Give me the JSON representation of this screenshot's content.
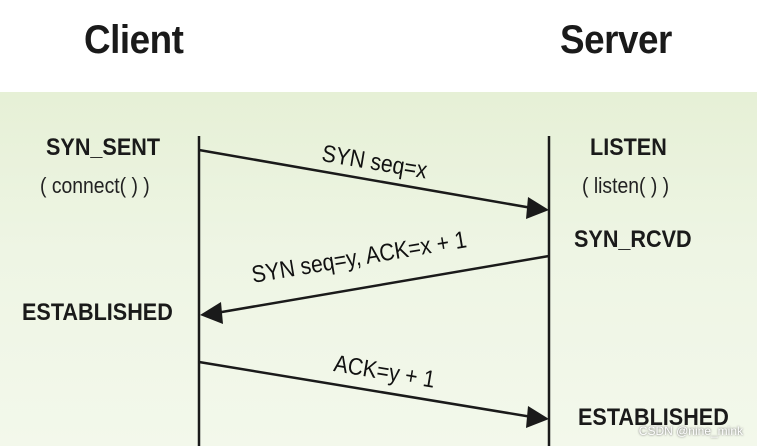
{
  "client": {
    "title": "Client",
    "state_syn_sent": "SYN_SENT",
    "call_connect": "( connect( ) )",
    "state_established": "ESTABLISHED"
  },
  "server": {
    "title": "Server",
    "state_listen": "LISTEN",
    "call_listen": "( listen( ) )",
    "state_syn_rcvd": "SYN_RCVD",
    "state_established": "ESTABLISHED"
  },
  "messages": [
    {
      "label": "SYN seq=x",
      "direction": "client-to-server"
    },
    {
      "label": "SYN seq=y, ACK=x + 1",
      "direction": "server-to-client"
    },
    {
      "label": "ACK=y + 1",
      "direction": "client-to-server"
    }
  ],
  "watermark": "CSDN @nine_mink",
  "colors": {
    "panel_background": "#eaf3dd",
    "line": "#1a1a1a"
  }
}
